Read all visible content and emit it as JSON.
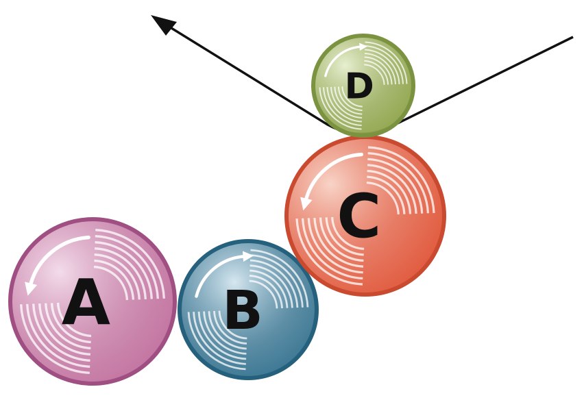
{
  "wheels": [
    {
      "label": "A",
      "color": "#c06f9d",
      "highlight": "#f3dcea",
      "edge": "#a04f82",
      "rotation": "counterclockwise"
    },
    {
      "label": "B",
      "color": "#2f6e8c",
      "highlight": "#d6e7f0",
      "edge": "#25607c",
      "rotation": "clockwise"
    },
    {
      "label": "C",
      "color": "#e0573a",
      "highlight": "#f8d4c8",
      "edge": "#c94a2f",
      "rotation": "counterclockwise"
    },
    {
      "label": "D",
      "color": "#8ea44a",
      "highlight": "#e7efd0",
      "edge": "#7b9240",
      "rotation": "clockwise"
    }
  ],
  "belt": {
    "color": "#111111",
    "direction": "arrow-upper-left"
  }
}
